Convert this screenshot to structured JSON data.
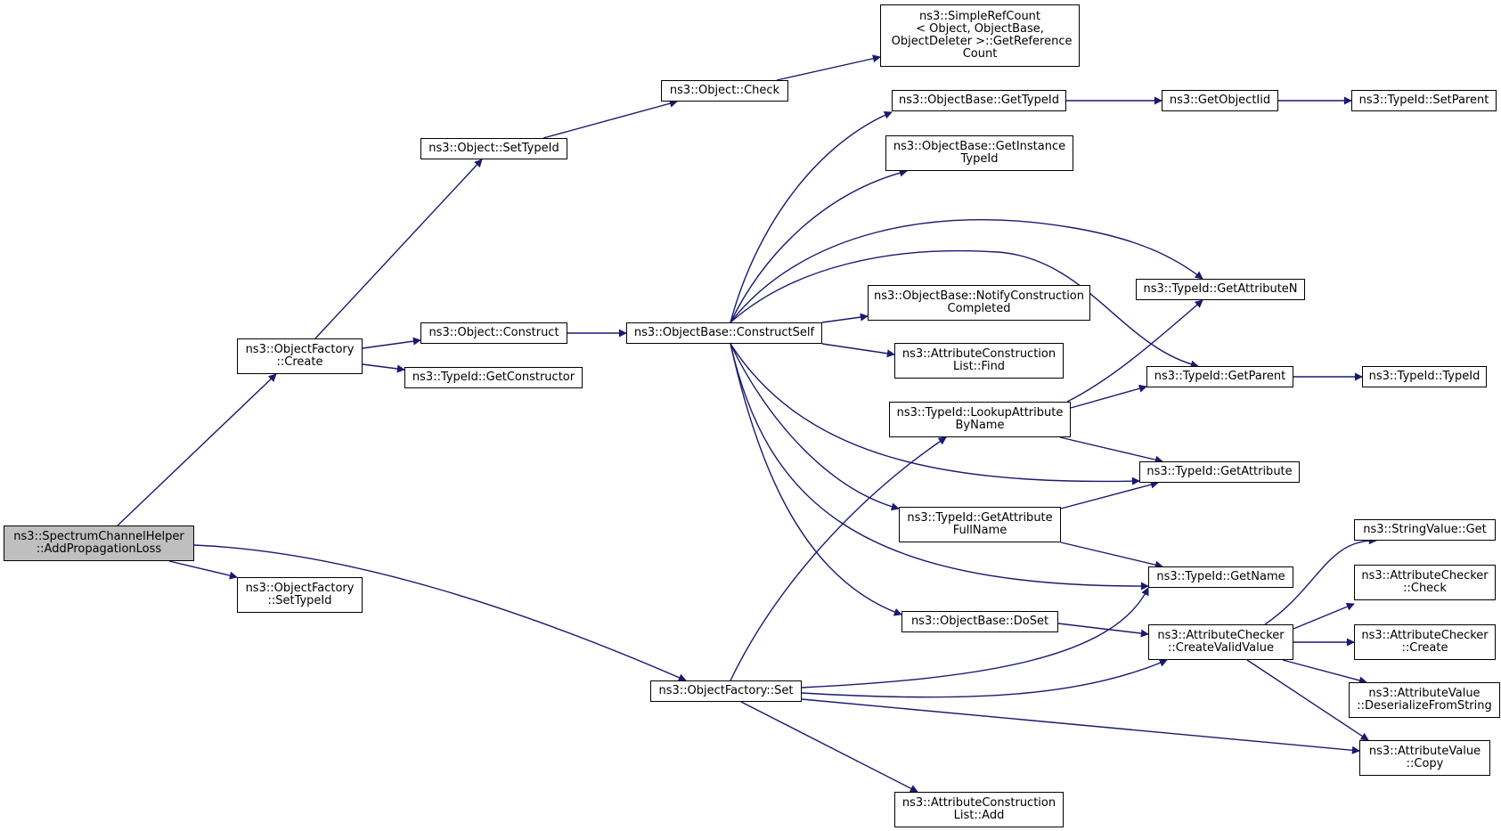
{
  "diagram": {
    "edge_color": "#191970",
    "root_fill": "#bfbfbf",
    "nodes": {
      "spectrum_add": "ns3::SpectrumChannelHelper\n::AddPropagationLoss",
      "factory_create": "ns3::ObjectFactory\n::Create",
      "factory_settypeid": "ns3::ObjectFactory\n::SetTypeId",
      "factory_set": "ns3::ObjectFactory::Set",
      "object_settypeid": "ns3::Object::SetTypeId",
      "object_construct": "ns3::Object::Construct",
      "typeid_getconstructor": "ns3::TypeId::GetConstructor",
      "object_check": "ns3::Object::Check",
      "simplerefcount": "ns3::SimpleRefCount\n< Object, ObjectBase,\n ObjectDeleter >::GetReference\nCount",
      "objectbase_constructself": "ns3::ObjectBase::ConstructSelf",
      "objectbase_gettypeid": "ns3::ObjectBase::GetTypeId",
      "objectbase_getinstancetypeid": "ns3::ObjectBase::GetInstance\nTypeId",
      "objectbase_notify": "ns3::ObjectBase::NotifyConstruction\nCompleted",
      "attrconstruction_find": "ns3::AttributeConstruction\nList::Find",
      "typeid_lookupattr": "ns3::TypeId::LookupAttribute\nByName",
      "typeid_getattrfullname": "ns3::TypeId::GetAttribute\nFullName",
      "objectbase_doset": "ns3::ObjectBase::DoSet",
      "attrconstruction_add": "ns3::AttributeConstruction\nList::Add",
      "getobjectiid": "ns3::GetObjectIid",
      "typeid_setparent": "ns3::TypeId::SetParent",
      "typeid_getattributen": "ns3::TypeId::GetAttributeN",
      "typeid_getparent": "ns3::TypeId::GetParent",
      "typeid_typeid": "ns3::TypeId::TypeId",
      "typeid_getattribute": "ns3::TypeId::GetAttribute",
      "typeid_getname": "ns3::TypeId::GetName",
      "attrchecker_createvalid": "ns3::AttributeChecker\n::CreateValidValue",
      "stringvalue_get": "ns3::StringValue::Get",
      "attrchecker_check": "ns3::AttributeChecker\n::Check",
      "attrchecker_create": "ns3::AttributeChecker\n::Create",
      "attrvalue_deserialize": "ns3::AttributeValue\n::DeserializeFromString",
      "attrvalue_copy": "ns3::AttributeValue\n::Copy"
    }
  }
}
